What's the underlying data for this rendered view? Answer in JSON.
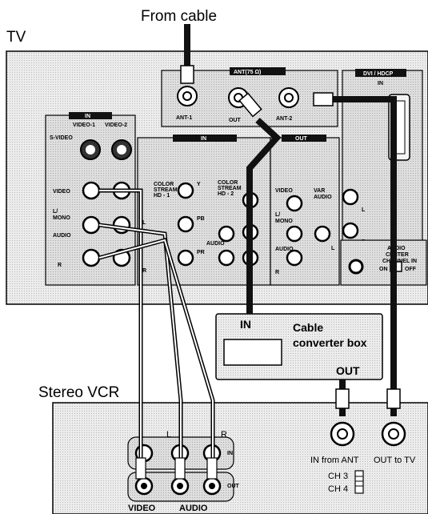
{
  "labels": {
    "from_cable": "From cable",
    "tv": "TV",
    "stereo_vcr": "Stereo VCR",
    "ant_group": "ANT(75 Ω)",
    "ant1": "ANT-1",
    "out": "OUT",
    "ant2": "ANT-2",
    "dvi_hdcp": "DVI / HDCP",
    "dvi_in": "IN",
    "in_left": "IN",
    "video1": "VIDEO-1",
    "video2": "VIDEO-2",
    "s_video": "S-VIDEO",
    "video": "VIDEO",
    "l_mono_1": "L/",
    "l_mono_2": "MONO",
    "audio": "AUDIO",
    "r": "R",
    "l": "L",
    "in_mid": "IN",
    "out_mid": "OUT",
    "color_stream_1a": "COLOR",
    "color_stream_1b": "STREAM",
    "color_stream_1c": "HD - 1",
    "color_stream_2a": "COLOR",
    "color_stream_2b": "STREAM",
    "color_stream_2c": "HD - 2",
    "y": "Y",
    "pb": "PB",
    "pr": "PR",
    "var_audio_1": "VAR",
    "var_audio_2": "AUDIO",
    "audio_center_1": "AUDIO",
    "audio_center_2": "CENTER",
    "audio_center_3": "CHANNEL IN",
    "on": "ON",
    "off": "OFF",
    "box_in": "IN",
    "cable_1": "Cable",
    "cable_2": "converter box",
    "box_out": "OUT",
    "vcr_l": "L",
    "vcr_r": "R",
    "vcr_in": "IN",
    "vcr_out": "OUT",
    "in_from_ant": "IN from ANT",
    "out_to_tv": "OUT to TV",
    "ch3": "CH 3",
    "ch4": "CH 4",
    "vcr_video": "VIDEO",
    "vcr_audio": "AUDIO"
  },
  "colors": {
    "panel_fill": "#e6e6e6",
    "stroke": "#000000",
    "cable": "#111111",
    "background": "#ffffff"
  }
}
